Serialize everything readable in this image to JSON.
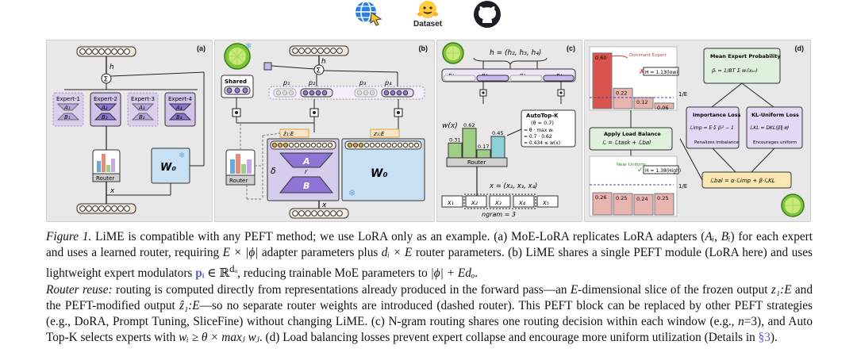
{
  "top_icons": [
    {
      "name": "website",
      "label": ""
    },
    {
      "name": "dataset",
      "label": "Dataset"
    },
    {
      "name": "github",
      "label": ""
    }
  ],
  "panels": {
    "a": {
      "label": "(a)",
      "h": "h",
      "sum": "Σ",
      "experts": [
        {
          "title": "Expert-1",
          "a": "A₁",
          "b": "B₁"
        },
        {
          "title": "Expert-2",
          "a": "A₂",
          "b": "B₂"
        },
        {
          "title": "Expert-3",
          "a": "A₃",
          "b": "B₃"
        },
        {
          "title": "Expert-4",
          "a": "A₄",
          "b": "B₄"
        }
      ],
      "router": "Router",
      "w0": "W₀",
      "x": "x"
    },
    "b": {
      "label": "(b)",
      "h": "h",
      "sum": "Σ",
      "shared": "Shared",
      "p": [
        "p₁",
        "p₂",
        "p₃",
        "p₄"
      ],
      "z_hat": "ẑ₁:E",
      "z": "z₁:E",
      "router": "Router",
      "delta": "δ",
      "a": "A",
      "r": "r",
      "b": "B",
      "w0": "W₀",
      "x": "x"
    },
    "c": {
      "label": "(c)",
      "h": "h = (h₂, h₃, h₄)",
      "p": [
        "p₁",
        "p₂",
        "p₃",
        "p₄"
      ],
      "wx": "w(x)",
      "bars": [
        0.31,
        0.62,
        0.17,
        0.45
      ],
      "bar_labels": [
        "0.31",
        "0.62",
        "0.17",
        "0.45"
      ],
      "router": "Router",
      "topk_title": "AutoTop-K",
      "topk_theta": "(θ = 0.7)",
      "topk_l1": "= θ · max wᵢ",
      "topk_l2": "= 0.7 · 0.62",
      "topk_l3": "= 0.434 ≤ w(x)",
      "xeq": "x = (x₂, x₃, x₄)",
      "tokens": [
        "x₁",
        "x₂",
        "x₃",
        "x₄",
        "x₅"
      ],
      "ngram": "ngram = 3"
    },
    "d": {
      "label": "(d)",
      "top_bars": [
        0.6,
        0.22,
        0.12,
        0.06
      ],
      "top_bar_labels": [
        "0.60",
        "0.22",
        "0.12",
        "0.06"
      ],
      "dominant": "Dominant Expert",
      "h_low": "H = 1.13(low)",
      "one_e": "1/E",
      "apply_title": "Apply Load Balance",
      "apply_eq": "ℒ = ℒtask + ℒbal",
      "bottom_bars": [
        0.26,
        0.25,
        0.24,
        0.25
      ],
      "bottom_bar_labels": [
        "0.26",
        "0.25",
        "0.24",
        "0.25"
      ],
      "near_uniform": "Near Uniform",
      "h_high": "H = 1.38(High)",
      "mean_title": "Mean Expert Probability",
      "mean_eq": "p̄ᵢ = 1/BT Σ wᵢ(xₖₜ)",
      "imp_title": "Importance Loss",
      "imp_eq": "ℒimp = E·Σ p̄ᵢ² − 1",
      "imp_sub": "Penalizes imbalance",
      "kl_title": "KL-Uniform Loss",
      "kl_eq": "ℒKL = DKL(p̄‖𝒰)",
      "kl_sub": "Encourages uniform",
      "bal_eq": "ℒbal = α·ℒimp + β·ℒKL"
    }
  },
  "caption": {
    "fig": "Figure 1.",
    "s1": " LiME is compatible with any PEFT method; we use LoRA only as an example. (a) MoE-LoRA replicates LoRA adapters (",
    "s2": "Aᵢ, Bᵢ",
    "s3": ") for each expert and uses a learned router, requiring ",
    "s4": "E × |ϕ|",
    "s5": " adapter parameters plus ",
    "s6": "dᵢ × E",
    "s7": " router parameters. (b) LiME shares a single PEFT module (LoRA here) and uses lightweight expert modulators ",
    "s8": "pᵢ",
    "s9": " ∈ ℝ",
    "s9sup": "dₒ",
    "s10": ", reducing trainable MoE parameters to ",
    "s11": "|ϕ| + Edₒ",
    "s12": ".",
    "s13": "Router reuse:",
    "s14": " routing is computed directly from representations already produced in the forward pass—an ",
    "s15": "E",
    "s16": "-dimensional slice of the frozen output ",
    "s17": "z₁:E",
    "s18": " and the PEFT-modified output ",
    "s19": "ẑ₁:E",
    "s20": "—so no separate router weights are introduced (dashed router). This PEFT block can be replaced by other PEFT strategies (e.g., DoRA, Prompt Tuning, SliceFine) without changing LiME. (c) N-gram routing shares one routing decision within each window (e.g., ",
    "s21": "n",
    "s22": "=3), and Auto Top-K selects experts with ",
    "s23": "wᵢ ≥ θ × maxⱼ wⱼ",
    "s24": ". (d) Load balancing losses prevent expert collapse and encourage more uniform utilization (Details in ",
    "s25": "§3",
    "s26": ")."
  }
}
